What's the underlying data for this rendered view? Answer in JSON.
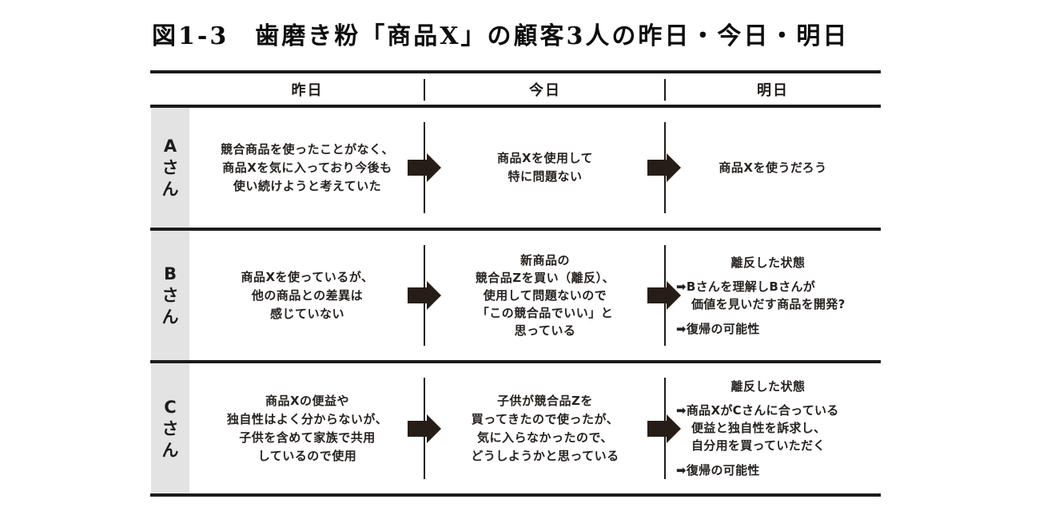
{
  "figure": {
    "title": "図1-3　歯磨き粉「商品X」の顧客3人の昨日・今日・明日"
  },
  "columns": {
    "yesterday": "昨日",
    "today": "今日",
    "tomorrow": "明日"
  },
  "bullet_icon": "➡",
  "rows": [
    {
      "label": "Aさん",
      "label_chars": [
        "A",
        "さ",
        "ん"
      ],
      "yesterday": "競合商品を使ったことがなく、\n商品Xを気に入っており今後も\n使い続けようと考えていた",
      "today": "商品Xを使用して\n特に問題ない",
      "tomorrow": {
        "text": "商品Xを使うだろう"
      }
    },
    {
      "label": "Bさん",
      "label_chars": [
        "B",
        "さ",
        "ん"
      ],
      "yesterday": "商品Xを使っているが、\n他の商品との差異は\n感じていない",
      "today": "新商品の\n競合品Zを買い（離反）、\n使用して問題ないので\n「この競合品でいい」と\n思っている",
      "tomorrow": {
        "heading": "離反した状態",
        "bullets": [
          "Bさんを理解しBさんが\n価値を見いだす商品を開発?",
          "復帰の可能性"
        ]
      }
    },
    {
      "label": "Cさん",
      "label_chars": [
        "C",
        "さ",
        "ん"
      ],
      "yesterday": "商品Xの便益や\n独自性はよく分からないが、\n子供を含めて家族で共用\nしているので使用",
      "today": "子供が競合品Zを\n買ってきたので使ったが、\n気に入らなかったので、\nどうしようかと思っている",
      "tomorrow": {
        "heading": "離反した状態",
        "bullets": [
          "商品XがCさんに合っている\n便益と独自性を訴求し、\n自分用を買っていただく",
          "復帰の可能性"
        ]
      }
    }
  ],
  "colors": {
    "line": "#1b1b1b",
    "label_bg": "#e3e3e3",
    "text": "#262220",
    "arrow": "#261d17",
    "background": "#ffffff"
  }
}
